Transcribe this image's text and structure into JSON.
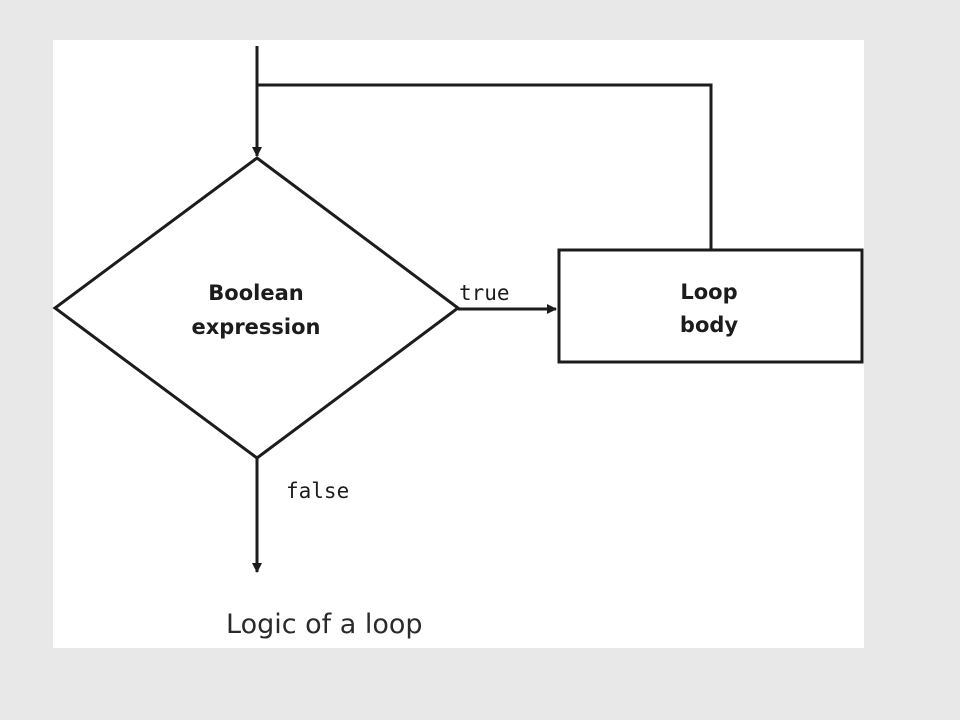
{
  "diagram": {
    "decision": {
      "line1": "Boolean",
      "line2": "expression"
    },
    "process": {
      "line1": "Loop",
      "line2": "body"
    },
    "edges": {
      "true_label": "true",
      "false_label": "false"
    },
    "caption": "Logic of a loop"
  },
  "colors": {
    "background": "#e8e8e9",
    "panel": "#ffffff",
    "stroke": "#1c1c1c"
  }
}
